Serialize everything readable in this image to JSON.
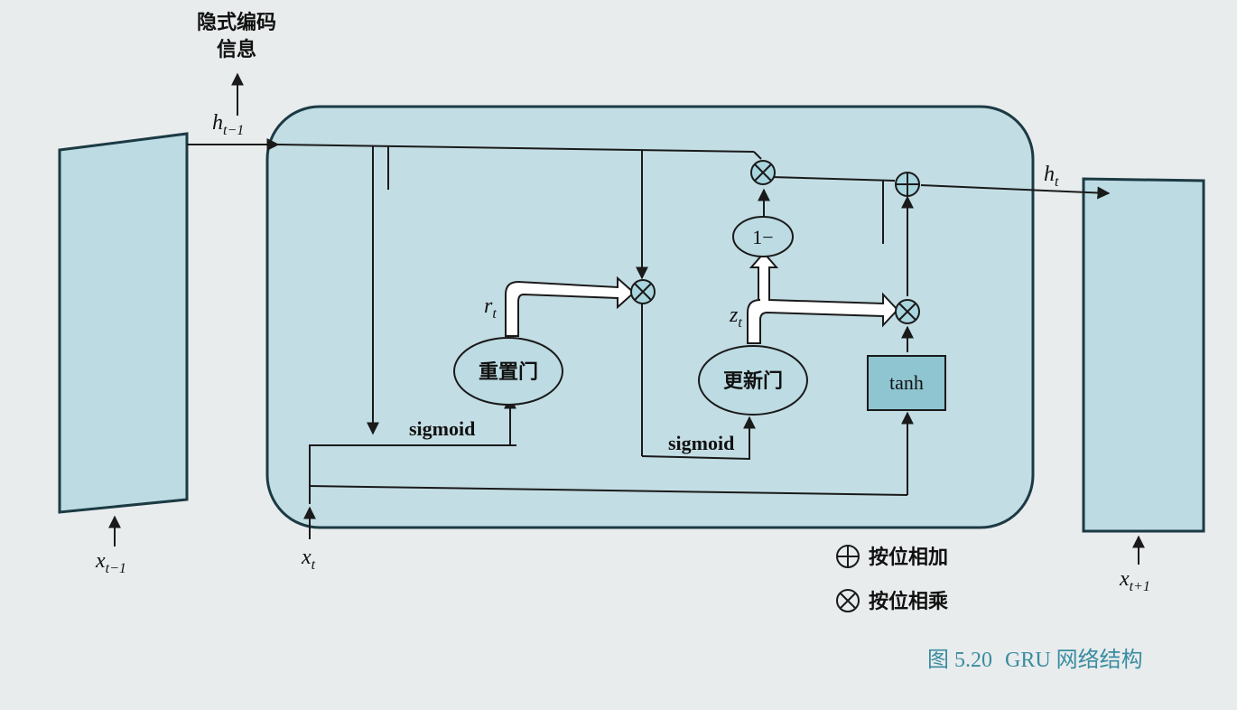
{
  "diagram": {
    "hidden_info_label_line1": "隐式编码",
    "hidden_info_label_line2": "信息",
    "h_prev_main": "h",
    "h_prev_sub": "t−1",
    "h_t_main": "h",
    "h_t_sub": "t",
    "x_prev_main": "x",
    "x_prev_sub": "t−1",
    "x_t_main": "x",
    "x_t_sub": "t",
    "x_next_main": "x",
    "x_next_sub": "t+1",
    "r_t_main": "r",
    "r_t_sub": "t",
    "z_t_main": "z",
    "z_t_sub": "t",
    "reset_gate": "重置门",
    "update_gate": "更新门",
    "sigmoid_left": "sigmoid",
    "sigmoid_right": "sigmoid",
    "one_minus": "1−",
    "tanh": "tanh"
  },
  "legend": {
    "add_label": "按位相加",
    "multiply_label": "按位相乘"
  },
  "caption": {
    "number": "图 5.20",
    "text": "GRU 网络结构"
  },
  "colors": {
    "cell_fill": "#bcdbe2",
    "cell_stroke": "#1c3a44",
    "operator_fill": "#a8d5de",
    "tanh_fill": "#8fc5d1",
    "line": "#1a1a1a",
    "caption": "#3a8ca0"
  }
}
